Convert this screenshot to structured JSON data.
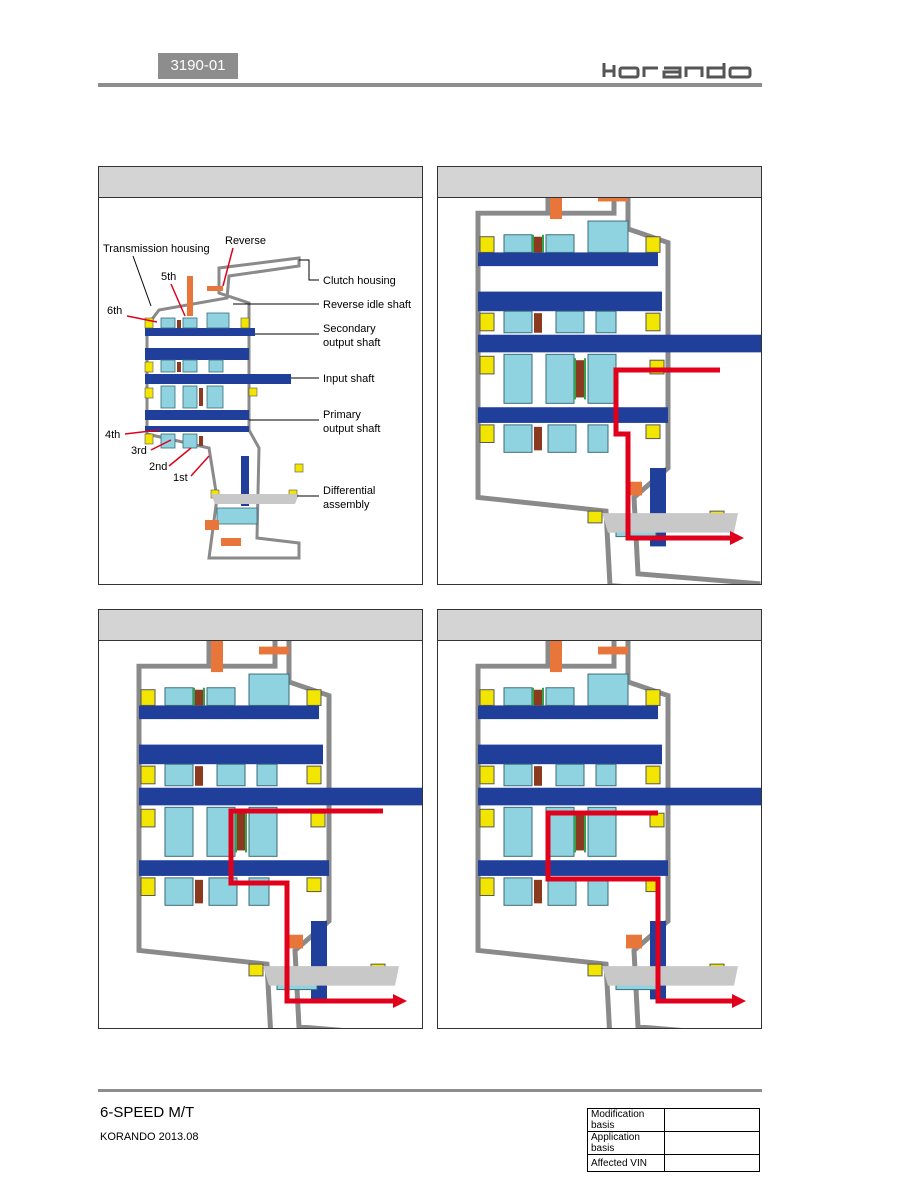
{
  "header": {
    "code": "3190-01",
    "brand": "korando"
  },
  "overview_labels": {
    "transmission_housing": "Transmission housing",
    "reverse": "Reverse",
    "clutch_housing": "Clutch housing",
    "fifth": "5th",
    "sixth": "6th",
    "reverse_idle_shaft": "Reverse idle shaft",
    "secondary_output_shaft_1": "Secondary",
    "secondary_output_shaft_2": "output shaft",
    "input_shaft": "Input shaft",
    "primary_output_shaft_1": "Primary",
    "primary_output_shaft_2": "output shaft",
    "fourth": "4th",
    "third": "3rd",
    "second": "2nd",
    "first": "1st",
    "differential_1": "Differential",
    "differential_2": "assembly"
  },
  "footer": {
    "title": "6-SPEED M/T",
    "subtitle": "KORANDO 2013.08",
    "table": [
      {
        "label": "Modification basis",
        "value": ""
      },
      {
        "label": "Application basis",
        "value": ""
      },
      {
        "label": "Affected VIN",
        "value": ""
      }
    ]
  },
  "colors": {
    "shaft": "#1f3f9a",
    "gear": "#8fd3e0",
    "bearing": "#f2e600",
    "housing": "#8a8a8a",
    "flow": "#e0001b",
    "fork": "#e8763a"
  }
}
